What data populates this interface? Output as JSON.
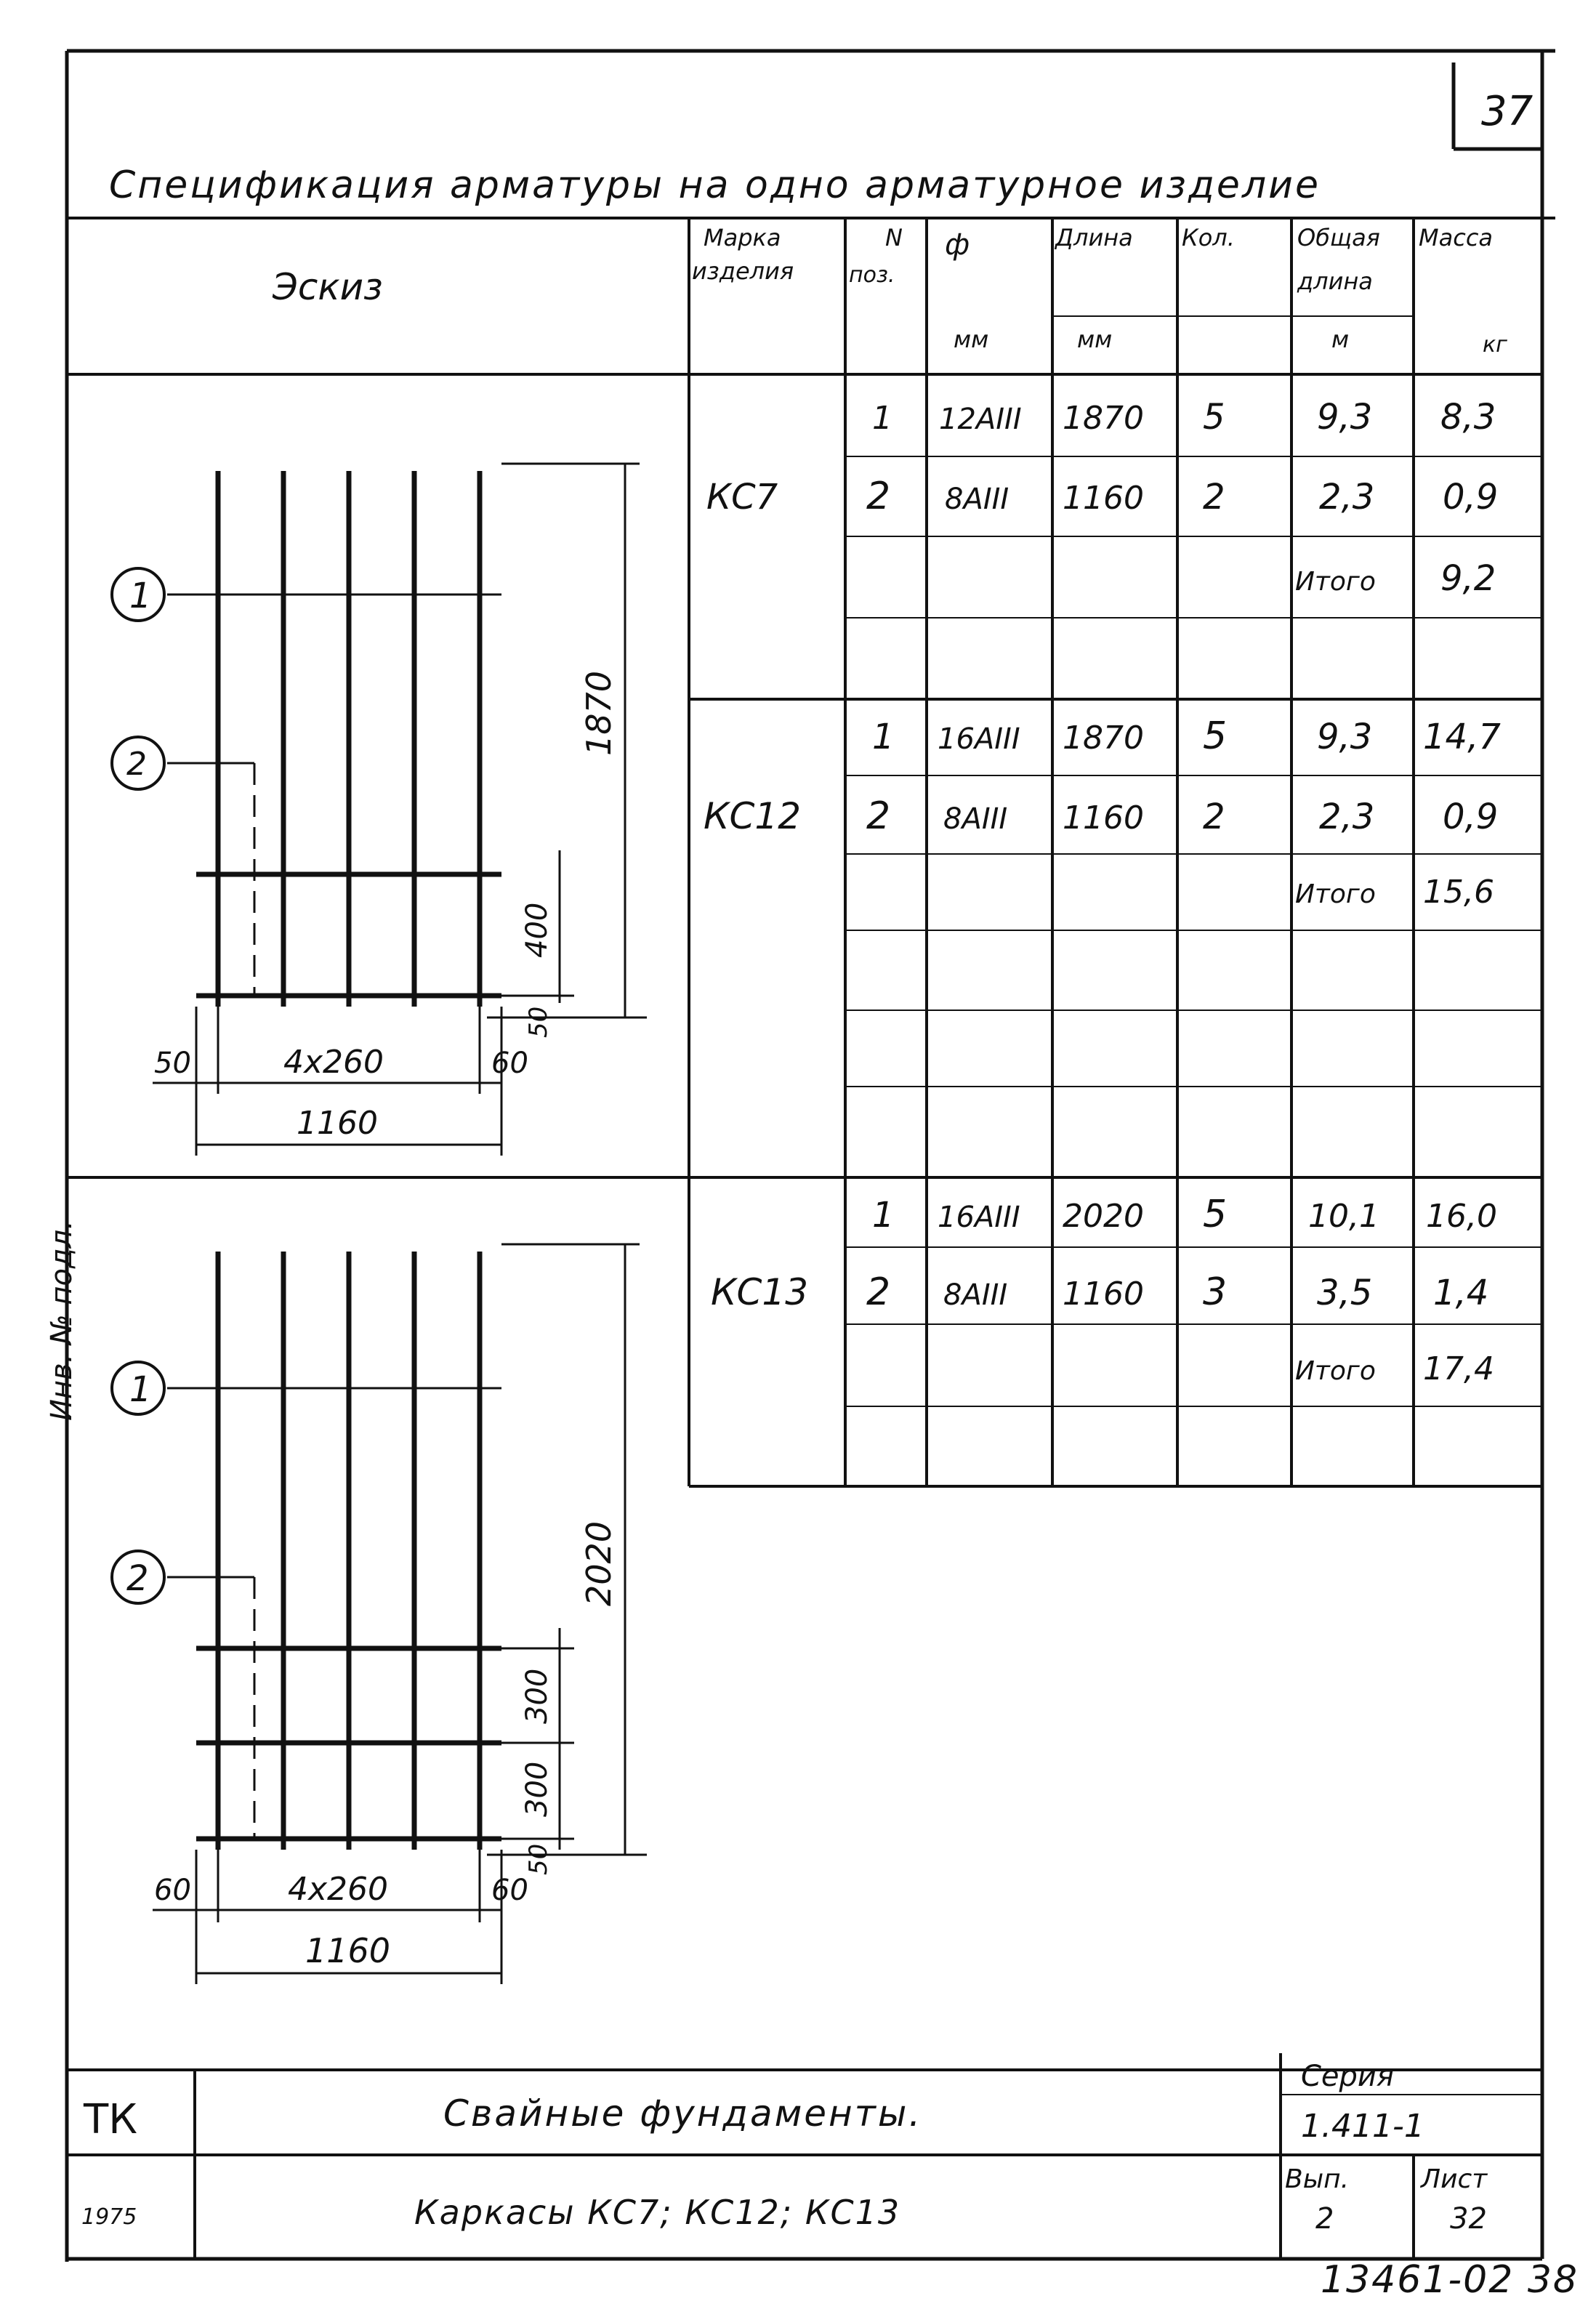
{
  "sheet_number": "37",
  "spec_title": "Спецификация арматуры на одно арматурное изделие",
  "table_header": {
    "sketch": "Эскиз",
    "mark_line1": "Марка",
    "mark_line2": "изделия",
    "pos_line1": "N",
    "pos_line2": "поз.",
    "diam_line1": "ф",
    "diam_unit": "мм",
    "length_line1": "Длина",
    "length_unit": "мм",
    "qty": "Кол.",
    "total_line1": "Общая",
    "total_line2": "длина",
    "total_unit": "м",
    "mass": "Масса",
    "mass_unit": "кг"
  },
  "groups": [
    {
      "mark": "КС7",
      "rows": [
        {
          "pos": "1",
          "diam": "12АIII",
          "length": "1870",
          "qty": "5",
          "total": "9,3",
          "mass": "8,3"
        },
        {
          "pos": "2",
          "diam": "8АIII",
          "length": "1160",
          "qty": "2",
          "total": "2,3",
          "mass": "0,9"
        }
      ],
      "total_label": "Итого",
      "total_mass": "9,2"
    },
    {
      "mark": "КС12",
      "rows": [
        {
          "pos": "1",
          "diam": "16АIII",
          "length": "1870",
          "qty": "5",
          "total": "9,3",
          "mass": "14,7"
        },
        {
          "pos": "2",
          "diam": "8АIII",
          "length": "1160",
          "qty": "2",
          "total": "2,3",
          "mass": "0,9"
        }
      ],
      "total_label": "Итого",
      "total_mass": "15,6"
    },
    {
      "mark": "КС13",
      "rows": [
        {
          "pos": "1",
          "diam": "16АIII",
          "length": "2020",
          "qty": "5",
          "total": "10,1",
          "mass": "16,0"
        },
        {
          "pos": "2",
          "diam": "8АIII",
          "length": "1160",
          "qty": "3",
          "total": "3,5",
          "mass": "1,4"
        }
      ],
      "total_label": "Итого",
      "total_mass": "17,4"
    }
  ],
  "sketch1": {
    "pos1": "1",
    "pos2": "2",
    "height": "1870",
    "spacing": "400",
    "bottom_gap": "50",
    "left_edge": "50",
    "bays": "4х260",
    "right_edge": "60",
    "width": "1160"
  },
  "sketch2": {
    "pos1": "1",
    "pos2": "2",
    "height": "2020",
    "spacing_a": "300",
    "spacing_b": "300",
    "bottom_gap": "50",
    "left_edge": "60",
    "bays": "4х260",
    "right_edge": "60",
    "width": "1160"
  },
  "title_block": {
    "org": "ТК",
    "title": "Свайные фундаменты.",
    "subtitle": "Каркасы КС7; КС12; КС13",
    "year": "1975",
    "series_label": "Серия",
    "series_value": "1.411-1",
    "issue_label": "Вып.",
    "issue_value": "2",
    "sheet_label": "Лист",
    "sheet_value": "32"
  },
  "stamp": "13461-02   38",
  "side_note": "Инв. № подл."
}
